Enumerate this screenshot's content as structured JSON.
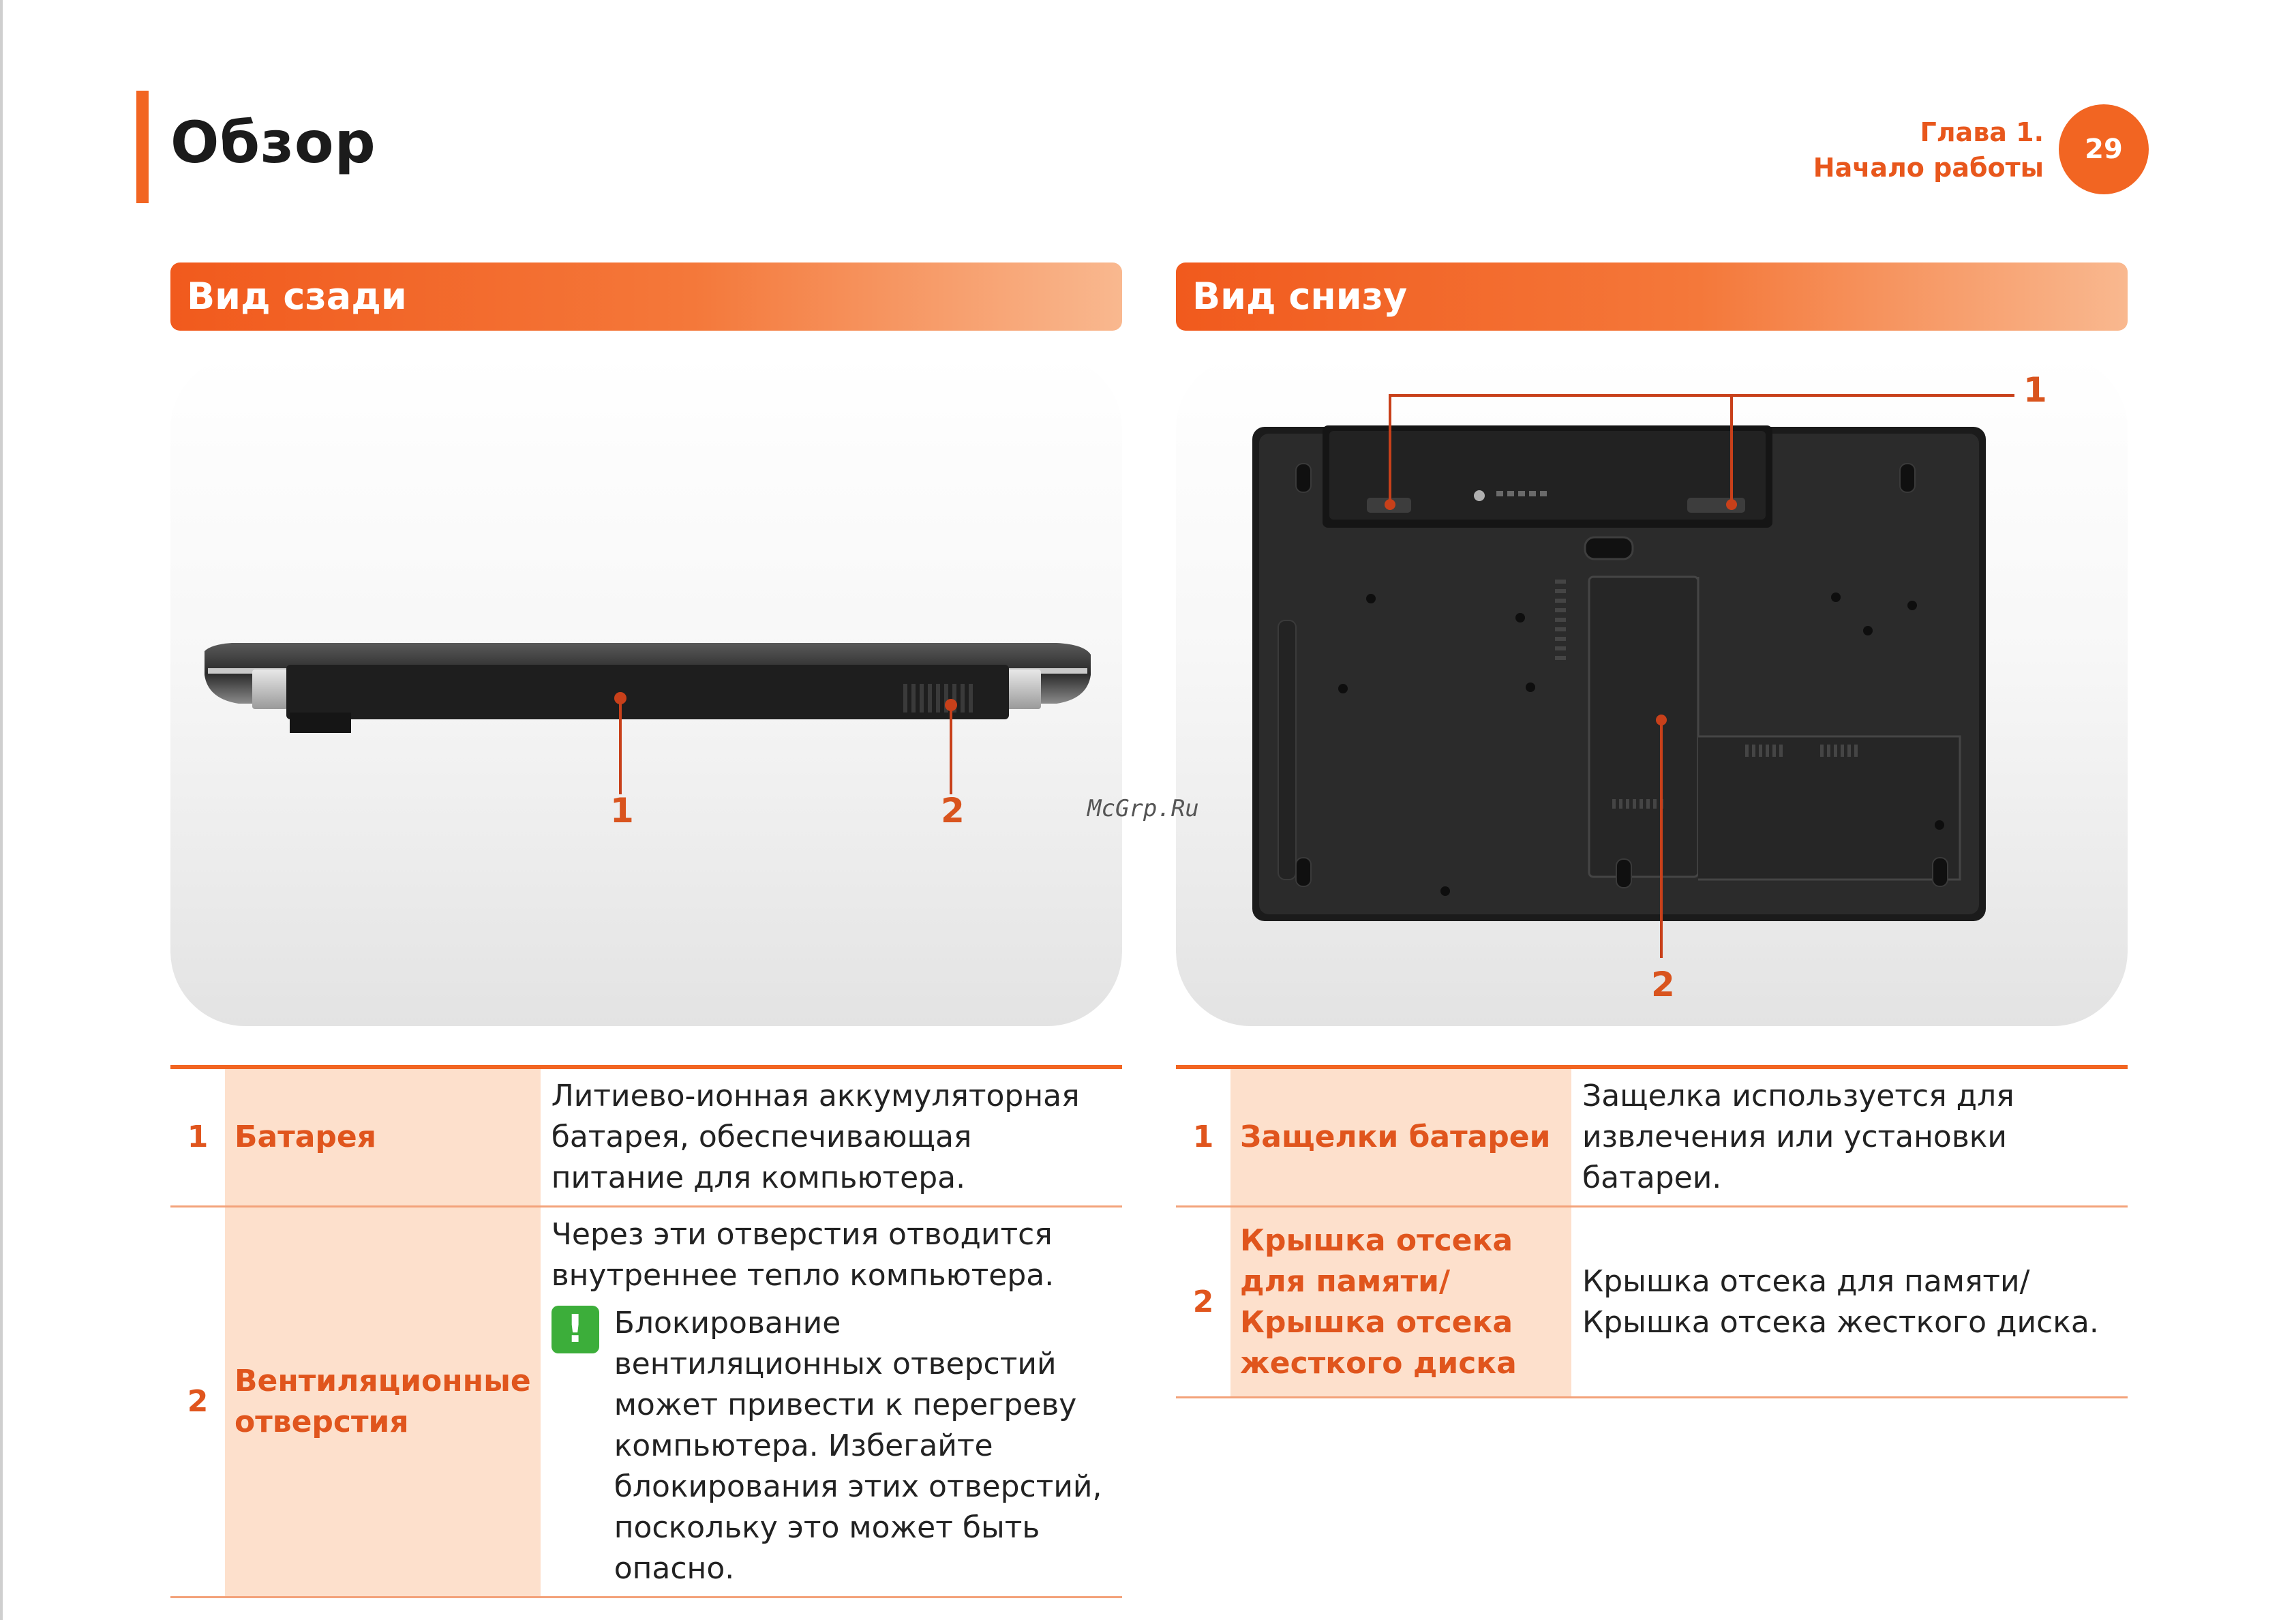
{
  "header": {
    "title": "Обзор",
    "chapter_line1": "Глава 1.",
    "chapter_line2": "Начало работы",
    "page_number": "29"
  },
  "sections": {
    "rear": {
      "heading": "Вид сзади",
      "callouts": [
        "1",
        "2"
      ],
      "rows": [
        {
          "num": "1",
          "name": "Батарея",
          "desc": "Литиево-ионная аккумуляторная батарея, обеспечивающая питание для компьютера."
        },
        {
          "num": "2",
          "name": "Вентиляционные отверстия",
          "desc": "Через эти отверстия отводится внутреннее тепло компьютера.",
          "warning": "Блокирование вентиляционных отверстий может привести к перегреву компьютера. Избегайте блокирования этих отверстий, поскольку это может быть опасно."
        }
      ]
    },
    "bottom": {
      "heading": "Вид снизу",
      "callouts": [
        "1",
        "2"
      ],
      "rows": [
        {
          "num": "1",
          "name": "Защелки батареи",
          "desc": "Защелка используется для извлечения или установки батареи."
        },
        {
          "num": "2",
          "name": "Крышка отсека для памяти/Крышка отсека жесткого диска",
          "desc": "Крышка отсека для памяти/Крышка отсека жесткого диска."
        }
      ]
    }
  },
  "watermark": "McGrp.Ru",
  "colors": {
    "accent": "#f26522",
    "accent_text": "#e0551d",
    "name_cell_bg": "#fde0cc",
    "warning_icon": "#3cae3a"
  },
  "icons": {
    "warning": "exclamation-warning-icon"
  }
}
